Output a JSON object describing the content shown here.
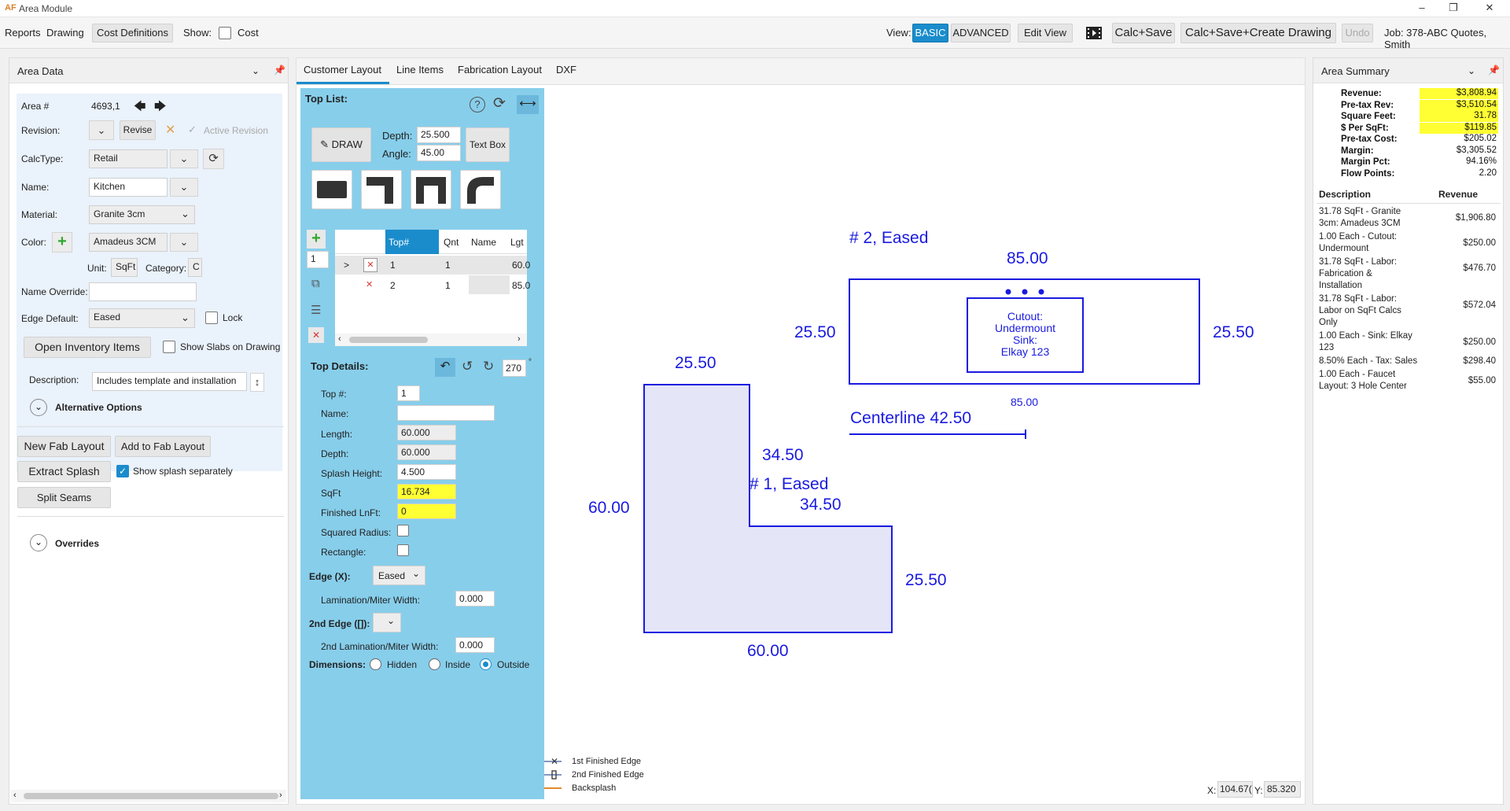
{
  "window": {
    "title": "Area Module",
    "logo": "AF",
    "minimize": "–",
    "restore": "❐",
    "close": "✕"
  },
  "toolbar": {
    "reports": "Reports",
    "drawing": "Drawing",
    "cost_definitions": "Cost Definitions",
    "show_label": "Show:",
    "cost_label": "Cost",
    "view_label": "View:",
    "basic": "BASIC",
    "advanced": "ADVANCED",
    "edit_view": "Edit View",
    "calc_save": "Calc+Save",
    "calc_save_draw": "Calc+Save+Create Drawing",
    "undo": "Undo",
    "job": "Job: 378-ABC Quotes, Smith"
  },
  "area_data": {
    "title": "Area Data",
    "area_label": "Area #",
    "area_value": "4693,1",
    "revision_label": "Revision:",
    "revise": "Revise",
    "active_revision": "Active Revision",
    "calctype_label": "CalcType:",
    "calctype_value": "Retail",
    "name_label": "Name:",
    "name_value": "Kitchen",
    "material_label": "Material:",
    "material_value": "Granite 3cm",
    "color_label": "Color:",
    "color_value": "Amadeus 3CM",
    "unit_label": "Unit:",
    "unit_value": "SqFt",
    "category_label": "Category:",
    "category_value": "C",
    "name_override_label": "Name Override:",
    "name_override_value": "",
    "edge_default_label": "Edge Default:",
    "edge_default_value": "Eased",
    "lock_label": "Lock",
    "open_inventory": "Open Inventory Items",
    "show_slabs": "Show Slabs on Drawing",
    "description_label": "Description:",
    "description_value": "Includes template and installation",
    "alternative_options": "Alternative Options",
    "new_fab_layout": "New Fab Layout",
    "add_to_fab_layout": "Add to Fab Layout",
    "extract_splash": "Extract Splash",
    "show_splash_sep": "Show splash separately",
    "split_seams": "Split Seams",
    "overrides": "Overrides"
  },
  "tabs": [
    "Customer Layout",
    "Line Items",
    "Fabrication Layout",
    "DXF"
  ],
  "top_list": {
    "title": "Top List:",
    "draw": "DRAW",
    "depth_label": "Depth:",
    "depth_value": "25.500",
    "angle_label": "Angle:",
    "angle_value": "45.00",
    "text_box": "Text Box",
    "page_value": "1",
    "columns": [
      "Top#",
      "Qnt",
      "Name",
      "Lgt"
    ],
    "rows": [
      {
        "arrow": ">",
        "top": "1",
        "qnt": "1",
        "name": "",
        "lgt": "60.0"
      },
      {
        "arrow": "",
        "top": "2",
        "qnt": "1",
        "name": "",
        "lgt": "85.0"
      }
    ]
  },
  "top_details": {
    "title": "Top Details:",
    "rotate_value": "270",
    "deg": "°",
    "top_num_label": "Top #:",
    "top_num_value": "1",
    "name_label": "Name:",
    "name_value": "",
    "length_label": "Length:",
    "length_value": "60.000",
    "depth_label": "Depth:",
    "depth_value": "60.000",
    "splash_label": "Splash Height:",
    "splash_value": "4.500",
    "sqft_label": "SqFt",
    "sqft_value": "16.734",
    "finished_label": "Finished LnFt:",
    "finished_value": "0",
    "squared_label": "Squared Radius:",
    "rect_label": "Rectangle:",
    "edge_label": "Edge (X):",
    "edge_value": "Eased",
    "lam_label": "Lamination/Miter Width:",
    "lam_value": "0.000",
    "edge2_label": "2nd Edge ([]):",
    "edge2_value": "",
    "lam2_label": "2nd Lamination/Miter Width:",
    "lam2_value": "0.000",
    "dims_label": "Dimensions:",
    "dims_options": [
      "Hidden",
      "Inside",
      "Outside"
    ]
  },
  "drawing": {
    "top2_title": "# 2, Eased",
    "top2_width_top": "85.00",
    "top2_left": "25.50",
    "top2_right": "25.50",
    "top2_bottom": "85.00",
    "cutout_text": [
      "Cutout:",
      "Undermount",
      "Sink:",
      "Elkay 123"
    ],
    "centerline": "Centerline 42.50",
    "top1_title": "# 1, Eased",
    "top1_top": "25.50",
    "top1_inner_v": "34.50",
    "top1_inner_h": "34.50",
    "top1_left": "60.00",
    "top1_right": "25.50",
    "top1_bottom": "60.00",
    "legend": [
      "1st Finished Edge",
      "2nd Finished Edge",
      "Backsplash"
    ],
    "x_label": "X:",
    "x_value": "104.67(",
    "y_label": "Y:",
    "y_value": "85.320"
  },
  "summary": {
    "title": "Area Summary",
    "stats": [
      {
        "label": "Revenue:",
        "value": "$3,808.94",
        "hl": true
      },
      {
        "label": "Pre-tax Rev:",
        "value": "$3,510.54",
        "hl": true
      },
      {
        "label": "Square Feet:",
        "value": "31.78",
        "hl": true
      },
      {
        "label": "$ Per SqFt:",
        "value": "$119.85",
        "hl": true
      },
      {
        "label": "Pre-tax Cost:",
        "value": "$205.02",
        "hl": false
      },
      {
        "label": "Margin:",
        "value": "$3,305.52",
        "hl": false
      },
      {
        "label": "Margin Pct:",
        "value": "94.16%",
        "hl": false
      },
      {
        "label": "Flow Points:",
        "value": "2.20",
        "hl": false
      }
    ],
    "col_desc": "Description",
    "col_rev": "Revenue",
    "items": [
      {
        "desc": [
          "31.78 SqFt - Granite",
          "3cm: Amadeus 3CM"
        ],
        "rev": "$1,906.80"
      },
      {
        "desc": [
          "1.00 Each - Cutout:",
          "Undermount"
        ],
        "rev": "$250.00"
      },
      {
        "desc": [
          "31.78 SqFt - Labor:",
          "Fabrication &",
          "Installation"
        ],
        "rev": "$476.70"
      },
      {
        "desc": [
          "31.78 SqFt - Labor:",
          "Labor on SqFt Calcs",
          "Only"
        ],
        "rev": "$572.04"
      },
      {
        "desc": [
          "1.00 Each - Sink: Elkay",
          "123"
        ],
        "rev": "$250.00"
      },
      {
        "desc": [
          "8.50% Each - Tax: Sales"
        ],
        "rev": "$298.40"
      },
      {
        "desc": [
          "1.00 Each - Faucet",
          "Layout: 3 Hole Center"
        ],
        "rev": "$55.00"
      }
    ]
  }
}
